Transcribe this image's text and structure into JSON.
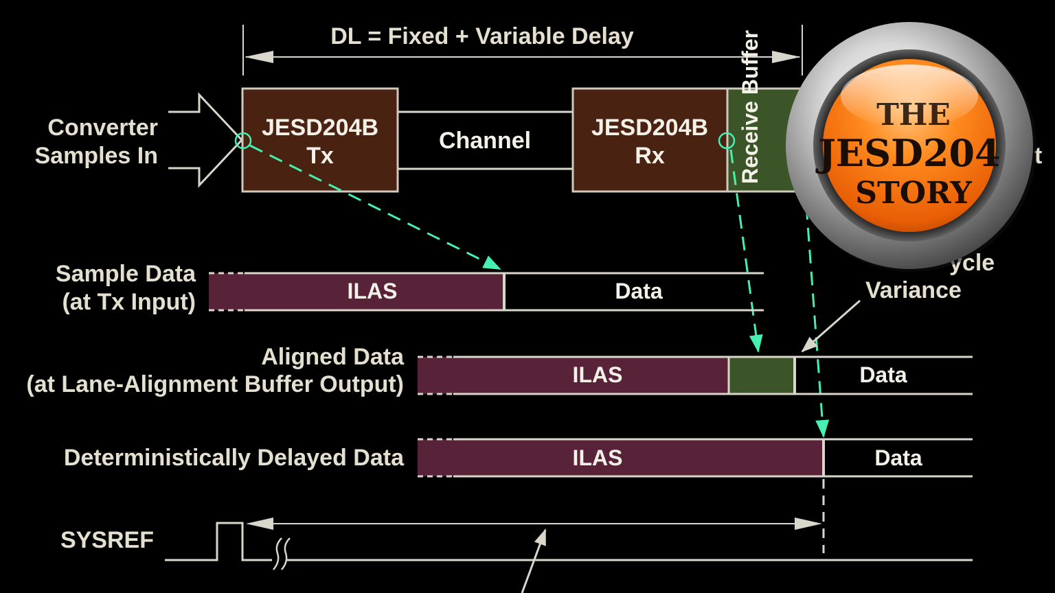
{
  "diagram": {
    "dl_label": "DL = Fixed + Variable Delay",
    "input_label_line1": "Converter",
    "input_label_line2": "Samples In",
    "tx_block_line1": "JESD204B",
    "tx_block_line2": "Tx",
    "channel_label": "Channel",
    "rx_block_line1": "JESD204B",
    "rx_block_line2": "Rx",
    "receive_buffer_label": "Receive Buffer",
    "output_label_fragment": "t",
    "sample_data_line1": "Sample Data",
    "sample_data_line2": "(at Tx Input)",
    "sample_ilas": "ILAS",
    "sample_data": "Data",
    "cycle_label_fragment": "ycle",
    "variance_label": "Variance",
    "aligned_data_line1": "Aligned Data",
    "aligned_data_line2": "(at Lane-Alignment Buffer Output)",
    "aligned_ilas": "ILAS",
    "aligned_data": "Data",
    "det_label": "Deterministically Delayed Data",
    "det_ilas": "ILAS",
    "det_data": "Data",
    "sysref_label": "SYSREF"
  },
  "badge": {
    "line1": "THE",
    "line2": "JESD204",
    "line3": "STORY"
  },
  "colors": {
    "background": "#000000",
    "block_brown": "#4a2211",
    "ilas_maroon": "#582339",
    "buffer_green": "#3b5528",
    "arrow_teal": "#45f0b0",
    "line_gray": "#d9d6cc",
    "badge_orange": "#f07010"
  }
}
